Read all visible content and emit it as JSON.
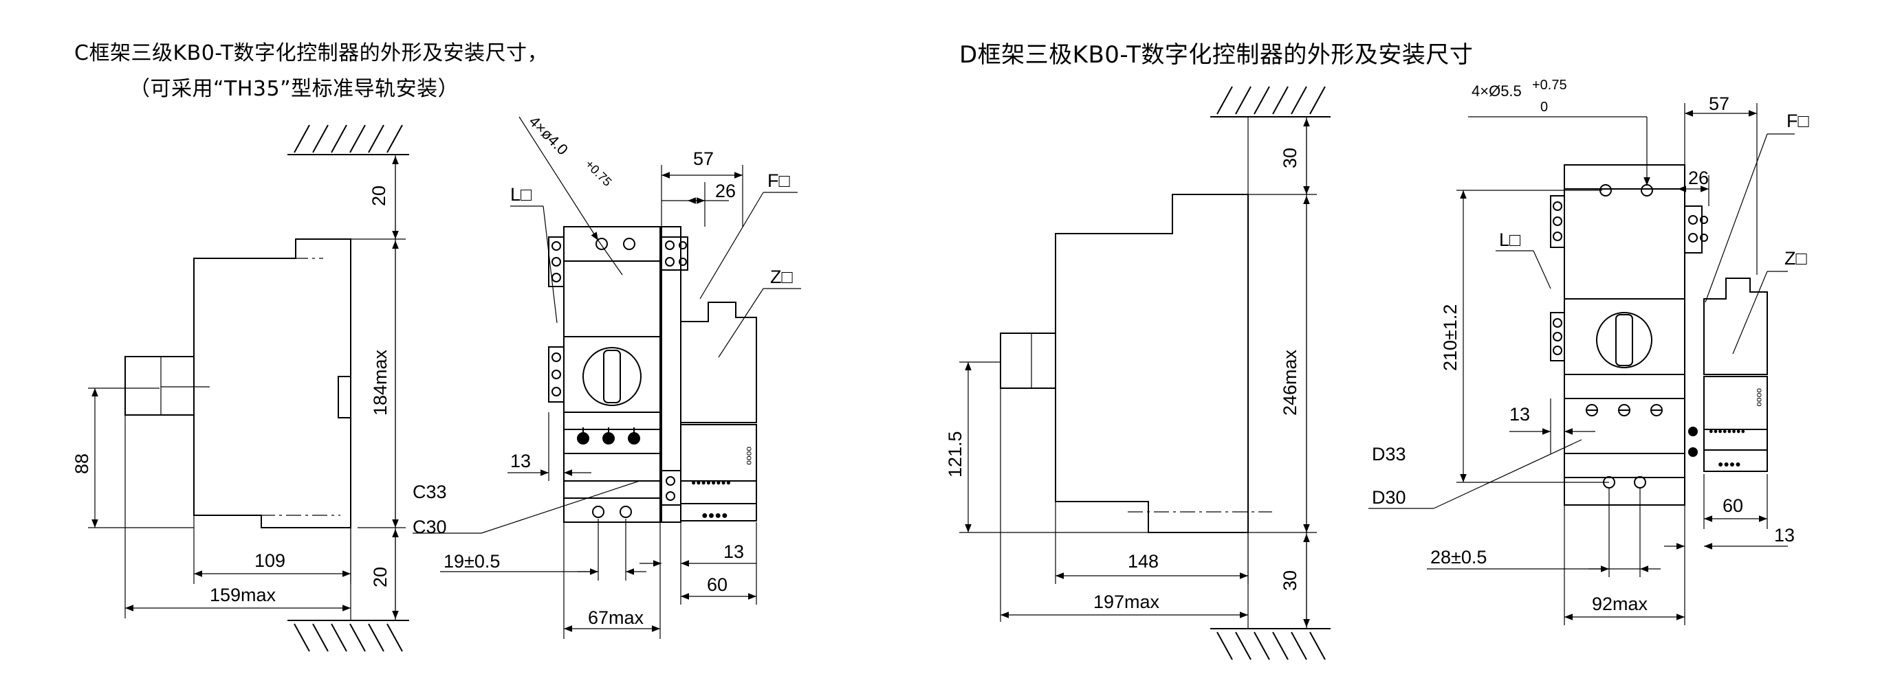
{
  "panel_c": {
    "title": "C框架三级KB0-T数字化控制器的外形及安装尺寸，",
    "subtitle": "（可采用“TH35”型标准导轨安装）",
    "side_view": {
      "dim_top": "20",
      "dim_height": "184max",
      "dim_mount": "88",
      "dim_bottom": "20",
      "dim_depth_inner": "109",
      "dim_depth_total": "159max"
    },
    "front_view": {
      "hole_note": "4×ø4.0",
      "hole_tol": "+0.75",
      "dim_57": "57",
      "dim_26": "26",
      "label_L": "L□",
      "label_F": "F□",
      "label_Z": "Z□",
      "dim_13_left": "13",
      "label_C33": "C33",
      "label_C30": "C30",
      "dim_19": "19±0.5",
      "dim_13_right": "13",
      "dim_60": "60",
      "dim_67": "67max"
    }
  },
  "panel_d": {
    "title": "D框架三极KB0-T数字化控制器的外形及安装尺寸",
    "side_view": {
      "dim_top": "30",
      "dim_height": "246max",
      "dim_mount": "121.5",
      "dim_bottom": "30",
      "dim_depth_inner": "148",
      "dim_depth_total": "197max"
    },
    "front_view": {
      "hole_note": "4×Ø5.5",
      "hole_tol_upper": "+0.75",
      "hole_tol_lower": "0",
      "dim_57": "57",
      "dim_26": "26",
      "label_L": "L□",
      "label_F": "F□",
      "label_Z": "Z□",
      "dim_210": "210±1.2",
      "dim_13_left": "13",
      "label_D33": "D33",
      "label_D30": "D30",
      "dim_60": "60",
      "dim_13_right": "13",
      "dim_28": "28±0.5",
      "dim_92": "92max"
    }
  }
}
